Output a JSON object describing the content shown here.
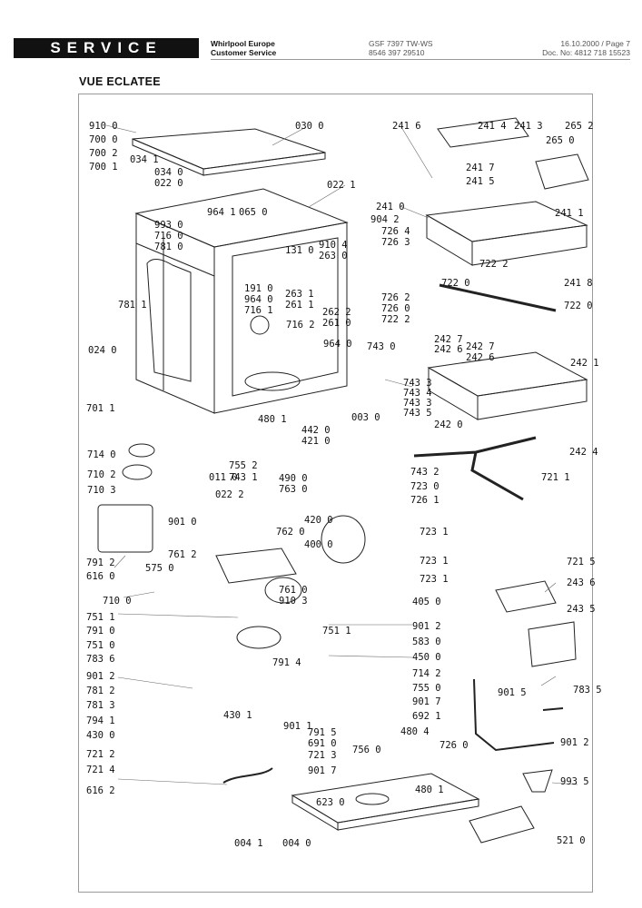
{
  "header": {
    "badge": "SERVICE",
    "company_line1": "Whirlpool Europe",
    "company_line2": "Customer Service",
    "model_line1": "GSF 7397 TW-WS",
    "model_line2": "8546 397 29510",
    "date_page": "16.10.2000 / Page 7",
    "doc_no": "Doc. No: 4812 718 15523"
  },
  "title": "VUE ECLATEE",
  "parts": [
    "910 0",
    "700 0",
    "700 2",
    "700 1",
    "034 1",
    "034 0",
    "022 0",
    "030 0",
    "022 1",
    "241 6",
    "241 4",
    "241 3",
    "265 2",
    "265 0",
    "241 7",
    "241 5",
    "241 1",
    "241 0",
    "993 0",
    "716 0",
    "781 0",
    "781 1",
    "964 1",
    "065 0",
    "904 2",
    "910 4",
    "263 0",
    "131 0",
    "726 4",
    "726 3",
    "722 2",
    "722 0",
    "241 8",
    "722 0",
    "191 0",
    "964 0",
    "716 1",
    "263 1",
    "261 1",
    "262 2",
    "261 0",
    "726 2",
    "726 0",
    "722 2",
    "716 2",
    "964 0",
    "743 0",
    "242 7",
    "242 6",
    "242 7",
    "242 6",
    "242 1",
    "024 0",
    "743 3",
    "743 4",
    "743 3",
    "743 5",
    "242 0",
    "701 1",
    "480 1",
    "003 0",
    "442 0",
    "421 0",
    "242 4",
    "714 0",
    "755 2",
    "743 1",
    "710 2",
    "011 0",
    "490 0",
    "763 0",
    "743 2",
    "721 1",
    "710 3",
    "022 2",
    "723 0",
    "726 1",
    "420 0",
    "762 0",
    "400 0",
    "723 1",
    "901 0",
    "761 2",
    "791 2",
    "575 0",
    "616 0",
    "710 0",
    "723 1",
    "723 1",
    "721 5",
    "761 0",
    "910 3",
    "243 6",
    "243 5",
    "751 1",
    "751 1",
    "405 0",
    "791 0",
    "901 2",
    "583 0",
    "751 0",
    "783 6",
    "450 0",
    "901 2",
    "714 2",
    "791 4",
    "755 0",
    "781 2",
    "430 1",
    "901 7",
    "781 3",
    "692 1",
    "794 1",
    "901 1",
    "901 5",
    "783 5",
    "430 0",
    "791 5",
    "480 4",
    "901 2",
    "721 2",
    "691 0",
    "726 0",
    "721 3",
    "756 0",
    "721 4",
    "901 7",
    "480 1",
    "993 5",
    "616 2",
    "623 0",
    "004 1",
    "004 0",
    "521 0"
  ]
}
